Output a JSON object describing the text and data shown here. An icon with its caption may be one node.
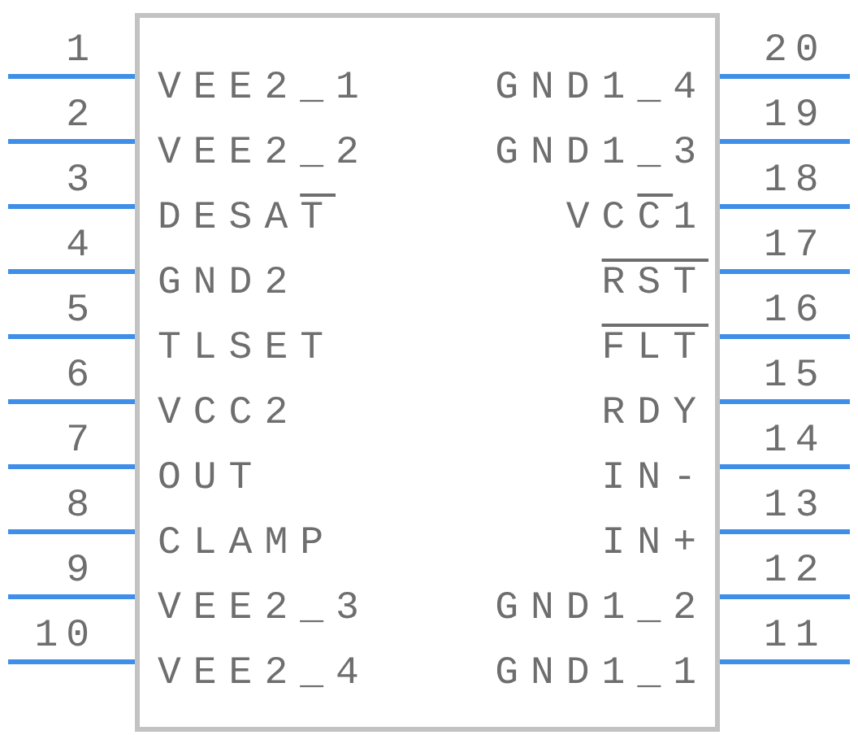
{
  "diagram": {
    "nodes": [
      {
        "text": [],
        "shape": "box"
      },
      {
        "text": [
          "VEE2_1"
        ],
        "in": 0
      },
      {
        "text": [
          "VEE2_2"
        ],
        "in": 0
      },
      {
        "text": [
          "DESAT"
        ],
        "in": 0
      },
      {
        "text": [
          "GND2"
        ],
        "in": 0
      },
      {
        "text": [
          "TLSET"
        ],
        "in": 0
      },
      {
        "text": [
          "VCC2"
        ],
        "in": 0
      },
      {
        "text": [
          "OUT"
        ],
        "in": 0
      },
      {
        "text": [
          "CLAMP"
        ],
        "in": 0
      },
      {
        "text": [
          "VEE2_3"
        ],
        "in": 0
      },
      {
        "text": [
          "VEE2_4"
        ],
        "in": 0
      },
      {
        "text": [
          "GND1_4"
        ],
        "in": 0
      },
      {
        "text": [
          "GND1_3"
        ],
        "in": 0
      },
      {
        "text": [
          "VCC1"
        ],
        "in": 0
      },
      {
        "text": [
          "RST"
        ],
        "in": 0
      },
      {
        "text": [
          "FLT"
        ],
        "in": 0
      },
      {
        "text": [
          "RDY"
        ],
        "in": 0
      },
      {
        "text": [
          "IN-"
        ],
        "in": 0
      },
      {
        "text": [
          "IN+"
        ],
        "in": 0
      },
      {
        "text": [
          "GND1_2"
        ],
        "in": 0
      },
      {
        "text": [
          "GND1_1"
        ],
        "in": 0
      }
    ],
    "edges": [
      {
        "from": null,
        "to": 1,
        "arrow": "none"
      },
      {
        "from": null,
        "to": 2,
        "arrow": "none"
      },
      {
        "from": null,
        "to": 3,
        "arrow": "none"
      },
      {
        "from": null,
        "to": 4,
        "arrow": "none"
      },
      {
        "from": null,
        "to": 5,
        "arrow": "none"
      },
      {
        "from": null,
        "to": 6,
        "arrow": "none"
      },
      {
        "from": null,
        "to": 7,
        "arrow": "none"
      },
      {
        "from": null,
        "to": 8,
        "arrow": "none"
      },
      {
        "from": null,
        "to": 9,
        "arrow": "none"
      },
      {
        "from": null,
        "to": 10,
        "arrow": "none"
      },
      {
        "from": null,
        "to": 11,
        "arrow": "none"
      },
      {
        "from": null,
        "to": 12,
        "arrow": "none"
      },
      {
        "from": null,
        "to": 13,
        "arrow": "none"
      },
      {
        "from": null,
        "to": 14,
        "arrow": "none"
      },
      {
        "from": null,
        "to": 15,
        "arrow": "none"
      },
      {
        "from": null,
        "to": 16,
        "arrow": "none"
      },
      {
        "from": null,
        "to": 17,
        "arrow": "none"
      },
      {
        "from": null,
        "to": 18,
        "arrow": "none"
      },
      {
        "from": null,
        "to": 19,
        "arrow": "none"
      },
      {
        "from": null,
        "to": 20,
        "arrow": "none"
      }
    ],
    "labels": [
      "1",
      "20",
      "2",
      "19",
      "3",
      "18",
      "4",
      "17",
      "5",
      "16",
      "6",
      "15",
      "7",
      "14",
      "8",
      "13",
      "9",
      "12",
      "10",
      "11"
    ]
  }
}
